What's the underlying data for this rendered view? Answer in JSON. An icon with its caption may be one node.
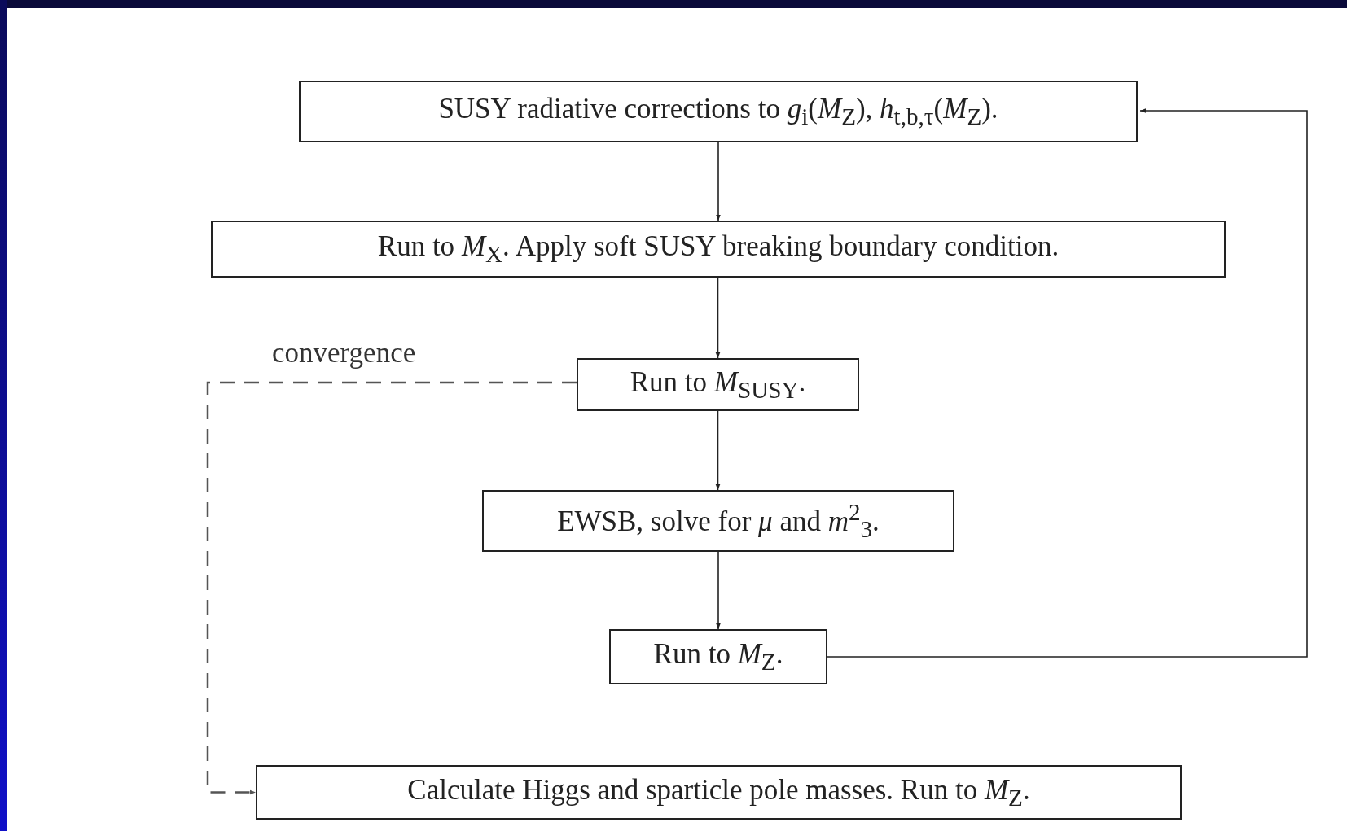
{
  "diagram": {
    "nodes": [
      {
        "text": [
          "SUSY radiative corrections to *g*$_{i}$(*M*$_{Z}$), *h*$_{t,b,τ}$(*M*$_{Z}$)."
        ]
      },
      {
        "text": [
          "Run to *M*$_{X}$. Apply soft SUSY breaking boundary condition."
        ]
      },
      {
        "text": [
          "Run to *M*$_{SUSY}$."
        ]
      },
      {
        "text": [
          "EWSB, solve for *μ* and *m*$^{2}$$_{3}$."
        ]
      },
      {
        "text": [
          "Run to *M*$_{Z}$."
        ]
      },
      {
        "text": [
          "Calculate Higgs and sparticle pole masses. Run to *M*$_{Z}$."
        ]
      }
    ],
    "edges": [
      {
        "from": 0,
        "to": 1,
        "arrow": "to"
      },
      {
        "from": 1,
        "to": 2,
        "arrow": "to"
      },
      {
        "from": 2,
        "to": 3,
        "arrow": "to"
      },
      {
        "from": 3,
        "to": 4,
        "arrow": "to"
      },
      {
        "from": 4,
        "to": 0,
        "arrow": "to"
      },
      {
        "from": 2,
        "to": 5,
        "arrow": "to",
        "label": "convergence",
        "style": "dashed",
        "color": "#555555"
      }
    ]
  }
}
